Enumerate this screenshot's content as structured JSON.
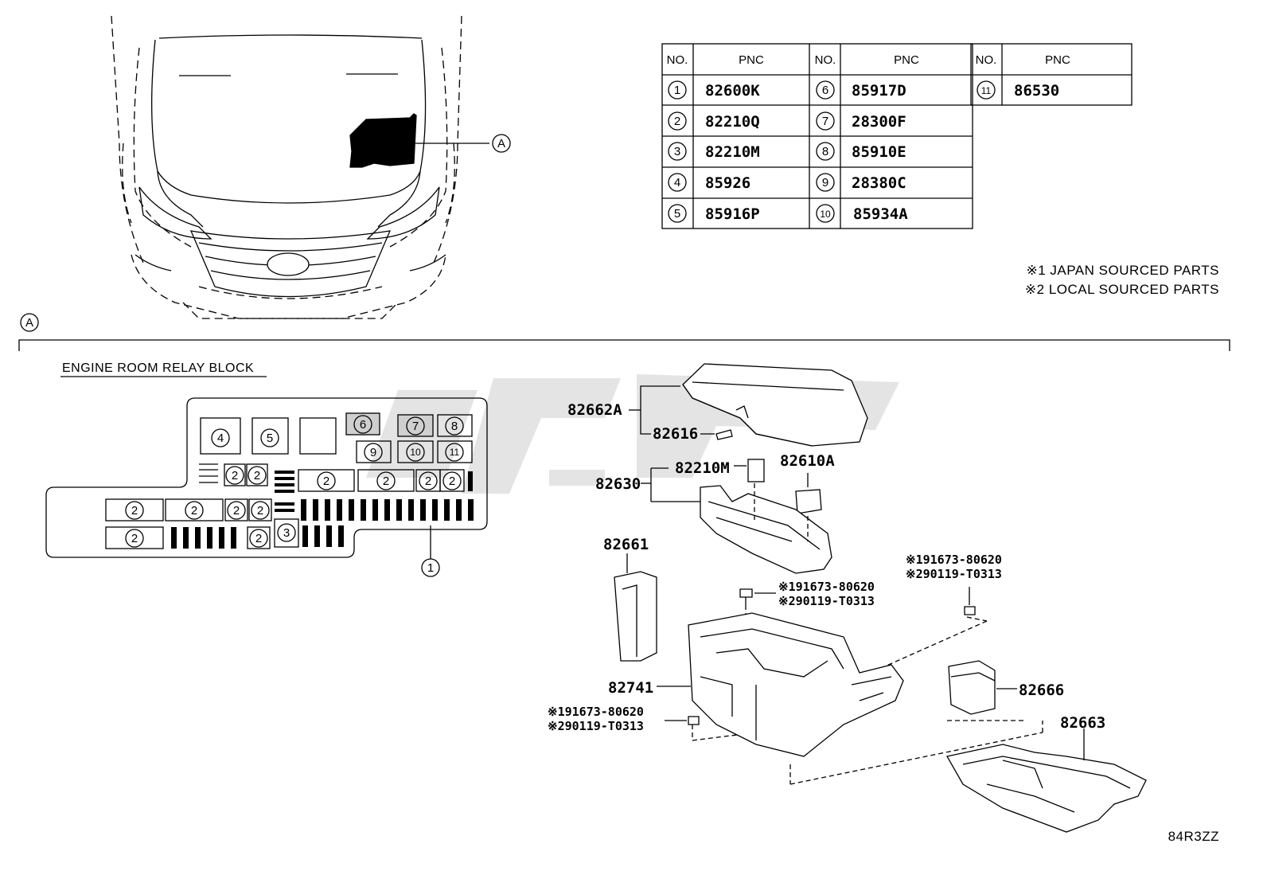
{
  "pnc_table": {
    "headers": [
      "NO.",
      "PNC",
      "NO.",
      "PNC",
      "NO.",
      "PNC"
    ],
    "rows": [
      {
        "no": "1",
        "pnc": "82600K"
      },
      {
        "no": "2",
        "pnc": "82210Q"
      },
      {
        "no": "3",
        "pnc": "82210M"
      },
      {
        "no": "4",
        "pnc": "85926"
      },
      {
        "no": "5",
        "pnc": "85916P"
      },
      {
        "no": "6",
        "pnc": "85917D"
      },
      {
        "no": "7",
        "pnc": "28300F"
      },
      {
        "no": "8",
        "pnc": "85910E"
      },
      {
        "no": "9",
        "pnc": "28380C"
      },
      {
        "no": "10",
        "pnc": "85934A"
      },
      {
        "no": "11",
        "pnc": "86530"
      }
    ]
  },
  "notes": [
    "※1 JAPAN SOURCED PARTS",
    "※2 LOCAL SOURCED PARTS"
  ],
  "view_marker": "A",
  "relay_block_title": "ENGINE ROOM RELAY BLOCK",
  "relay_block_callouts": {
    "c4": "4",
    "c5": "5",
    "c6": "6",
    "c7": "7",
    "c8": "8",
    "c9": "9",
    "c10": "10",
    "c11": "11",
    "c2": "2",
    "c3": "3",
    "c1": "1"
  },
  "part_labels": {
    "p82662A": "82662A",
    "p82616": "82616",
    "p82210M": "82210M",
    "p82610A": "82610A",
    "p82630": "82630",
    "p82661": "82661",
    "p82741": "82741",
    "p82666": "82666",
    "p82663": "82663",
    "bolt_a1": "※191673-80620",
    "bolt_a2": "※290119-T0313",
    "bolt_b1": "※191673-80620",
    "bolt_b2": "※290119-T0313",
    "bolt_c1": "※191673-80620",
    "bolt_c2": "※290119-T0313"
  },
  "diagram_code": "84R3ZZ"
}
